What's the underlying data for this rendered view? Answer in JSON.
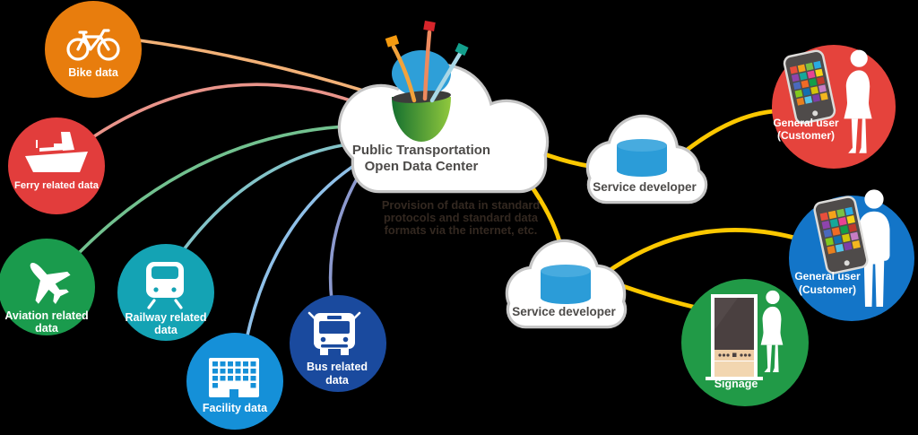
{
  "diagram_title": "Public Transportation Open Data Center",
  "center": {
    "title_lines": [
      "Public Transportation",
      "Open Data Center"
    ],
    "note_lines": [
      "Provision of data in standard",
      "protocols and standard data",
      "formats via the internet, etc."
    ]
  },
  "data_sources": [
    {
      "id": "bike",
      "label_lines": [
        "Bike data"
      ],
      "color": "#E87D0D",
      "line_color": "#F2B177",
      "icon": "bicycle-icon"
    },
    {
      "id": "ferry",
      "label_lines": [
        "Ferry related data"
      ],
      "color": "#E23D3C",
      "line_color": "#E9948A",
      "icon": "ship-icon"
    },
    {
      "id": "aviation",
      "label_lines": [
        "Aviation related",
        "data"
      ],
      "color": "#1A9B4D",
      "line_color": "#72C18F",
      "icon": "airplane-icon"
    },
    {
      "id": "railway",
      "label_lines": [
        "Railway related",
        "data"
      ],
      "color": "#14A3B4",
      "line_color": "#83C3C8",
      "icon": "train-icon"
    },
    {
      "id": "facility",
      "label_lines": [
        "Facility data"
      ],
      "color": "#1590D8",
      "line_color": "#8FC0E8",
      "icon": "building-icon"
    },
    {
      "id": "bus",
      "label_lines": [
        "Bus related",
        "data"
      ],
      "color": "#1A4A9E",
      "line_color": "#8C99CE",
      "icon": "bus-icon"
    }
  ],
  "developers": [
    {
      "id": "service-developer-top",
      "label": "Service developer",
      "icon": "database-icon"
    },
    {
      "id": "service-developer-bottom",
      "label": "Service developer",
      "icon": "database-icon"
    }
  ],
  "consumers": [
    {
      "id": "general-user-red",
      "label_lines": [
        "General user",
        "(Customer)"
      ],
      "color": "#E5433C",
      "icon": "smartphone-icon"
    },
    {
      "id": "general-user-blue",
      "label_lines": [
        "General user",
        "(Customer)"
      ],
      "color": "#1375C8",
      "icon": "smartphone-icon"
    },
    {
      "id": "signage",
      "label_lines": [
        "Signage"
      ],
      "color": "#219A47",
      "icon": "signage-kiosk-icon"
    }
  ],
  "colors": {
    "background": "#000000",
    "cloud_fill": "#FFFFFF",
    "cloud_outline": "#C6C6C6",
    "label_dark": "#4D4B49",
    "note_text": "#332820",
    "connector_yellow": "#FCC800",
    "database_blue": "#2B9CD8",
    "database_top": "#47ABDF",
    "database_top_edge": "#1D88C2",
    "pot_dark": "#15702F",
    "pot_light": "#90C83D",
    "pot_opening": "#3C3C3B",
    "seed_blue": "#2E9FD8",
    "stem_orange": "#F2A33C",
    "stem_salmon": "#EE8A5E",
    "stem_blue": "#A9D7E6",
    "flag_orange": "#F59A0F",
    "flag_red": "#D7252B",
    "flag_teal": "#13A08D",
    "silhouette": "#FFFFFF",
    "phone_body": "#4F4B4A",
    "phone_edge": "#DCDBD9",
    "kiosk_screen": "#4A4040",
    "kiosk_screen_glare": "#5C5252",
    "kiosk_panel": "#EFCDA4",
    "kiosk_panel_lower": "#F2D6B0"
  },
  "app_palette": [
    "#E94E3C",
    "#F5A31A",
    "#7AC143",
    "#29ABE2",
    "#8E44AD",
    "#16A89A",
    "#E84393",
    "#F7D417",
    "#4A69BD",
    "#F06A25",
    "#129E49",
    "#C0392B",
    "#82C91E",
    "#1170B0",
    "#D4C50A",
    "#C77DC4",
    "#E8801E",
    "#55C5EA",
    "#7D3FA8",
    "#F3B61F"
  ]
}
